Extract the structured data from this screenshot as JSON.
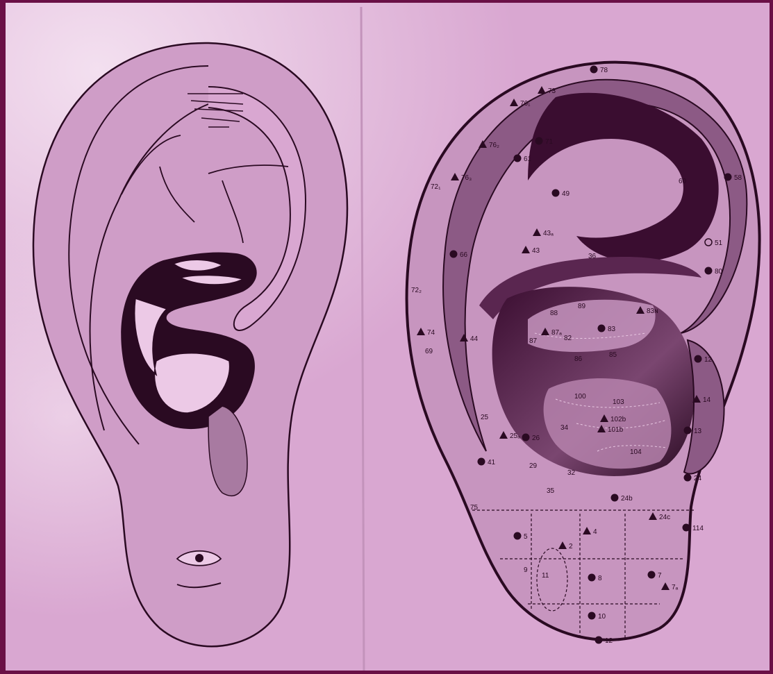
{
  "colors": {
    "frame": "#6a1046",
    "paper": "#d9a7d1",
    "paper_light": "#ecc9e6",
    "ink": "#2a0a22",
    "shade": "#a06a98",
    "lobe_fill": "#c795bf"
  },
  "left_figure": {
    "depicts": "ear outline with inverted fetus drawing"
  },
  "right_figure": {
    "depicts": "auricular acupuncture point chart",
    "points": [
      {
        "label": "78",
        "mark": "dot"
      },
      {
        "label": "73",
        "mark": "triangle"
      },
      {
        "label": "76₁",
        "mark": "triangle"
      },
      {
        "label": "76₂",
        "mark": "triangle"
      },
      {
        "label": "71",
        "mark": "dot"
      },
      {
        "label": "61",
        "mark": "dot"
      },
      {
        "label": "76₃",
        "mark": "triangle"
      },
      {
        "label": "72₁",
        "mark": "none"
      },
      {
        "label": "58",
        "mark": "dot"
      },
      {
        "label": "60",
        "mark": "none"
      },
      {
        "label": "49",
        "mark": "dot"
      },
      {
        "label": "43ₐ",
        "mark": "triangle"
      },
      {
        "label": "43",
        "mark": "triangle"
      },
      {
        "label": "66",
        "mark": "dot"
      },
      {
        "label": "51",
        "mark": "circle"
      },
      {
        "label": "36",
        "mark": "none"
      },
      {
        "label": "80",
        "mark": "dot"
      },
      {
        "label": "72₂",
        "mark": "none"
      },
      {
        "label": "88",
        "mark": "none"
      },
      {
        "label": "89",
        "mark": "none"
      },
      {
        "label": "83ɴ",
        "mark": "triangle"
      },
      {
        "label": "83",
        "mark": "dot"
      },
      {
        "label": "74",
        "mark": "triangle"
      },
      {
        "label": "87ₐ",
        "mark": "triangle"
      },
      {
        "label": "87",
        "mark": "none"
      },
      {
        "label": "82",
        "mark": "none"
      },
      {
        "label": "44",
        "mark": "triangle"
      },
      {
        "label": "69",
        "mark": "none"
      },
      {
        "label": "86",
        "mark": "none"
      },
      {
        "label": "85",
        "mark": "none"
      },
      {
        "label": "12",
        "mark": "dot"
      },
      {
        "label": "100",
        "mark": "none"
      },
      {
        "label": "103",
        "mark": "none"
      },
      {
        "label": "14",
        "mark": "triangle"
      },
      {
        "label": "25",
        "mark": "none"
      },
      {
        "label": "102b",
        "mark": "triangle"
      },
      {
        "label": "104",
        "mark": "none"
      },
      {
        "label": "13",
        "mark": "dot"
      },
      {
        "label": "25ₐ",
        "mark": "triangle"
      },
      {
        "label": "26",
        "mark": "dot"
      },
      {
        "label": "34",
        "mark": "none"
      },
      {
        "label": "101b",
        "mark": "triangle"
      },
      {
        "label": "41",
        "mark": "dot"
      },
      {
        "label": "29",
        "mark": "none"
      },
      {
        "label": "32",
        "mark": "none"
      },
      {
        "label": "24",
        "mark": "dot"
      },
      {
        "label": "35",
        "mark": "none"
      },
      {
        "label": "24b",
        "mark": "dot"
      },
      {
        "label": "75",
        "mark": "none"
      },
      {
        "label": "24c",
        "mark": "triangle"
      },
      {
        "label": "5",
        "mark": "dot"
      },
      {
        "label": "4",
        "mark": "triangle"
      },
      {
        "label": "114",
        "mark": "dot"
      },
      {
        "label": "2",
        "mark": "triangle"
      },
      {
        "label": "9",
        "mark": "none"
      },
      {
        "label": "11",
        "mark": "none"
      },
      {
        "label": "8",
        "mark": "dot"
      },
      {
        "label": "7",
        "mark": "dot"
      },
      {
        "label": "7ₐ",
        "mark": "triangle"
      },
      {
        "label": "10",
        "mark": "dot"
      },
      {
        "label": "12",
        "mark": "dot"
      }
    ]
  }
}
